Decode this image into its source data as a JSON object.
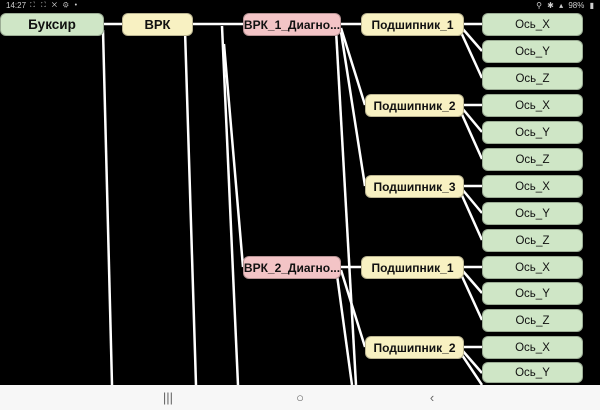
{
  "status": {
    "time": "14:27",
    "left_icons": "⛶ ⛶ ✕ ⚙ •",
    "right_icons": [
      "⚲",
      "✱",
      "▴",
      "98%",
      "▮"
    ]
  },
  "tree": {
    "root": "Буксир",
    "system": "ВРК",
    "diag_1": "ВРК_1_Диагно...",
    "diag_2": "ВРК_2_Диагно...",
    "d1_bearing_1": "Подшипник_1",
    "d1_bearing_2": "Подшипник_2",
    "d1_bearing_3": "Подшипник_3",
    "d2_bearing_1": "Подшипник_1",
    "d2_bearing_2": "Подшипник_2",
    "axes": [
      "Ось_X",
      "Ось_Y",
      "Ось_Z",
      "Ось_X",
      "Ось_Y",
      "Ось_Z",
      "Ось_X",
      "Ось_Y",
      "Ось_Z",
      "Ось_X",
      "Ось_Y",
      "Ось_Z",
      "Ось_X",
      "Ось_Y"
    ]
  },
  "navigation": {
    "recents": "|||",
    "home": "○",
    "back": "‹"
  }
}
